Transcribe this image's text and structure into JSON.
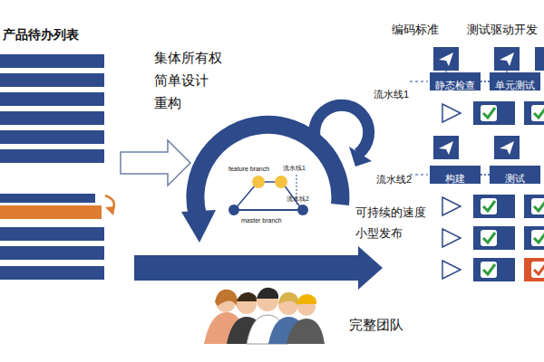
{
  "diagram": {
    "nodes": [
      {
        "text": [
          "静态检查"
        ]
      },
      {
        "text": [
          "单元测试"
        ]
      },
      {
        "text": [
          "构建"
        ]
      },
      {
        "text": [
          "测试"
        ]
      }
    ],
    "edges": [
      {
        "from": 0,
        "to": 1,
        "arrow": "none"
      },
      {
        "from": 2,
        "to": 3,
        "arrow": "none"
      }
    ],
    "labels": [
      "产品待办列表",
      "集体所有权",
      "简单设计",
      "重构",
      "feature branch",
      "流水线1",
      "流水线2",
      "master branch",
      "可持续的速度",
      "小型发布",
      "完整团队",
      "编码标准",
      "测试驱动开发",
      "流水线1",
      "流水线2"
    ]
  }
}
